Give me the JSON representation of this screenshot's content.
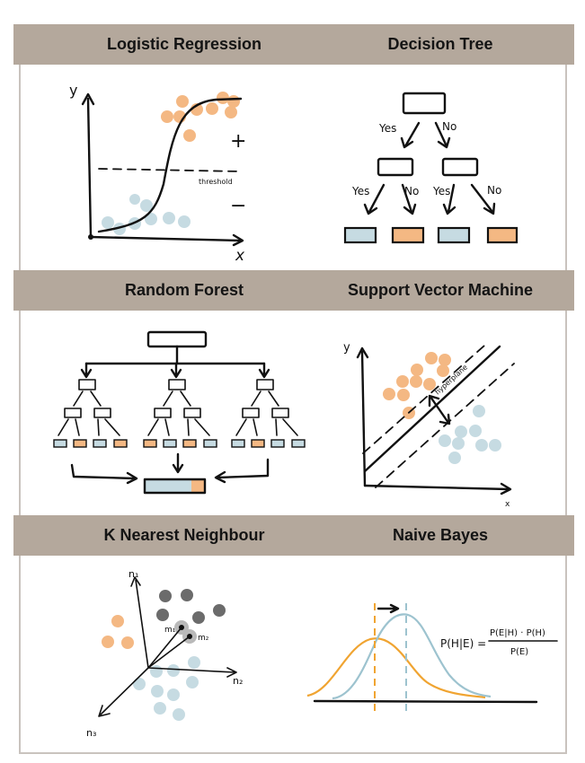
{
  "panels": {
    "logistic_regression": {
      "title": "Logistic Regression",
      "y_axis": "y",
      "x_axis": "x",
      "threshold_label": "threshold",
      "plus": "+",
      "minus": "−"
    },
    "decision_tree": {
      "title": "Decision Tree",
      "yes": "Yes",
      "no": "No"
    },
    "random_forest": {
      "title": "Random Forest"
    },
    "svm": {
      "title": "Support Vector Machine",
      "y_axis": "y",
      "x_axis": "x",
      "hyperplane_label": "hyperplane"
    },
    "knn": {
      "title": "K Nearest Neighbour",
      "axis_n1": "n₁",
      "axis_n2": "n₂",
      "axis_n3": "n₃",
      "m1": "m₁",
      "m2": "m₂"
    },
    "naive_bayes": {
      "title": "Naive Bayes",
      "formula_lhs": "P(H|E) =",
      "formula_numerator": "P(E|H) · P(H)",
      "formula_denominator": "P(E)"
    }
  },
  "colors": {
    "band": "#b4a89c",
    "orange": "#f4b883",
    "blue": "#c6dbe2",
    "gray": "#6b6b6b",
    "orange_line": "#f0a431",
    "blue_line": "#9dc3cf"
  }
}
